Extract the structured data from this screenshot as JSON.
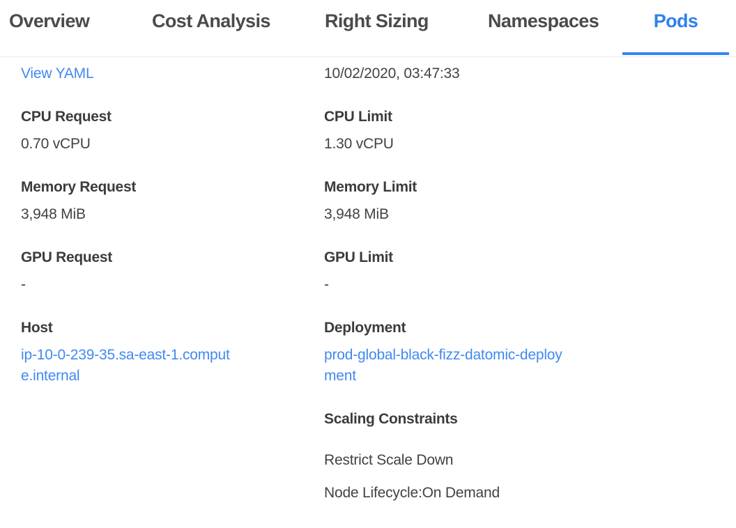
{
  "tabs": [
    {
      "label": "Overview",
      "active": false
    },
    {
      "label": "Cost Analysis",
      "active": false
    },
    {
      "label": "Right Sizing",
      "active": false
    },
    {
      "label": "Namespaces",
      "active": false
    },
    {
      "label": "Pods",
      "active": true
    }
  ],
  "actions": {
    "view_yaml": "View YAML"
  },
  "pod_details": {
    "timestamp": "10/02/2020, 03:47:33",
    "cpu_request": {
      "label": "CPU Request",
      "value": "0.70 vCPU"
    },
    "cpu_limit": {
      "label": "CPU Limit",
      "value": "1.30 vCPU"
    },
    "memory_request": {
      "label": "Memory Request",
      "value": "3,948 MiB"
    },
    "memory_limit": {
      "label": "Memory Limit",
      "value": "3,948 MiB"
    },
    "gpu_request": {
      "label": "GPU Request",
      "value": "-"
    },
    "gpu_limit": {
      "label": "GPU Limit",
      "value": "-"
    },
    "host": {
      "label": "Host",
      "value": "ip-10-0-239-35.sa-east-1.compute.internal"
    },
    "deployment": {
      "label": "Deployment",
      "value": "prod-global-black-fizz-datomic-deployment"
    },
    "scaling_constraints": {
      "label": "Scaling Constraints",
      "items": [
        "Restrict Scale Down",
        "Node Lifecycle:On Demand"
      ]
    }
  },
  "colors": {
    "active_tab": "#2f80ed",
    "tab_underline": "#3585f2",
    "link": "#4189f0",
    "inactive_tab": "#4b4b4b",
    "label_text": "#3c3c3c",
    "value_text": "#424242",
    "tabbar_border": "#ececec"
  }
}
